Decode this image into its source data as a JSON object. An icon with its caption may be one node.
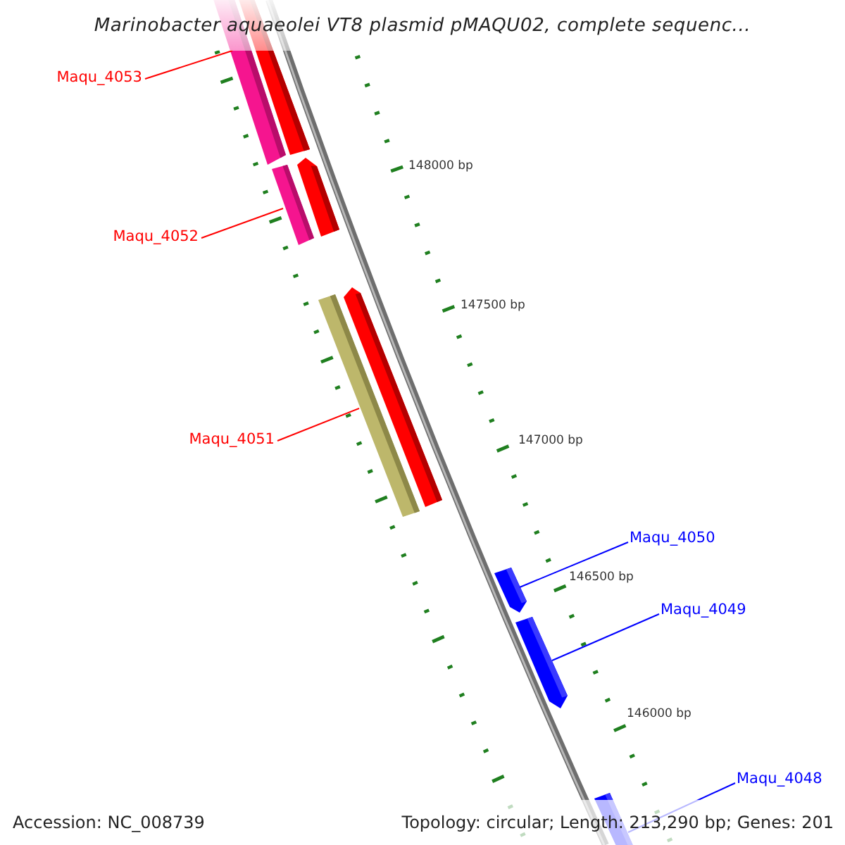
{
  "diagram": {
    "title": "Marinobacter aquaeolei VT8 plasmid pMAQU02, complete sequenc...",
    "nodes": [
      {
        "text": [
          "Maqu_4053"
        ]
      },
      {
        "text": [],
        "shape": "bar"
      },
      {
        "text": [
          "Maqu_4052"
        ]
      },
      {
        "text": [],
        "shape": "bar"
      },
      {
        "text": [
          "Maqu_4051"
        ]
      },
      {
        "text": [],
        "shape": "bar"
      },
      {
        "text": [
          "Maqu_4050"
        ]
      },
      {
        "text": [],
        "shape": "bar"
      },
      {
        "text": [
          "Maqu_4049"
        ]
      },
      {
        "text": [],
        "shape": "bar"
      },
      {
        "text": [
          "Maqu_4048"
        ]
      },
      {
        "text": [],
        "shape": "bar"
      }
    ],
    "edges": [
      {
        "from": 0,
        "to": 1,
        "arrow": "none",
        "color": "#ff0000"
      },
      {
        "from": 2,
        "to": 3,
        "arrow": "none",
        "color": "#ff0000"
      },
      {
        "from": 4,
        "to": 5,
        "arrow": "none",
        "color": "#ff0000"
      },
      {
        "from": 6,
        "to": 7,
        "arrow": "none",
        "color": "#0000ff"
      },
      {
        "from": 8,
        "to": 9,
        "arrow": "none",
        "color": "#0000ff"
      },
      {
        "from": 10,
        "to": 11,
        "arrow": "none",
        "color": "#0000ff"
      }
    ],
    "labels": [
      "148000 bp",
      "147500 bp",
      "147000 bp",
      "146500 bp",
      "146000 bp",
      "Accession: NC_008739",
      "Topology: circular; Length: 213,290 bp; Genes: 201"
    ]
  }
}
